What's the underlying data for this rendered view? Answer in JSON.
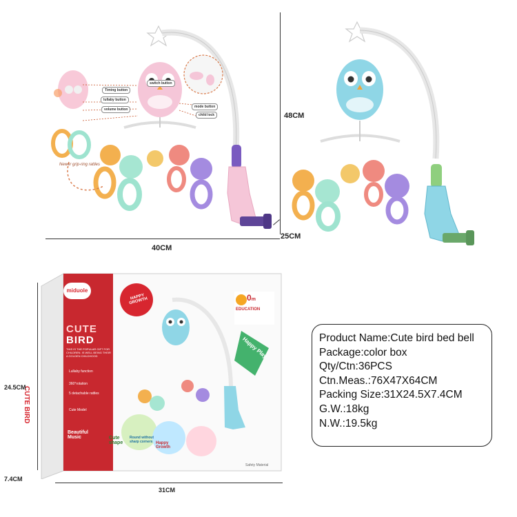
{
  "dimensions": {
    "height_top": "48CM",
    "depth_top": "25CM",
    "width_top": "40CM",
    "box_height": "24.5CM",
    "box_depth": "7.4CM",
    "box_width": "31CM"
  },
  "callouts": {
    "switch": "switch button",
    "timing": "Timing button",
    "lullaby": "lullaby button",
    "volume": "volume button",
    "mode": "mode button",
    "child_lock": "child lock",
    "rattle_note": "Newer grip-ring rattles"
  },
  "box": {
    "brand": "miduole",
    "title_line1": "CUTE",
    "title_line2": "BIRD",
    "tagline": "THIS IS THE POPULAR GIFT FOR CHILDREN. IS WELL BEING THEIR A GOLDEN CHILDHOOD",
    "features": [
      "Lullaby function",
      "360°rotation",
      "5 detachable rattles",
      "Cute Model"
    ],
    "badge_happy": "HAPPY GROWTH",
    "badge_education_num": "0",
    "badge_education_unit": "m",
    "badge_education": "EDUCATION",
    "banner": "Happy Play",
    "bubbles": [
      "Beautiful Music",
      "Cute shape",
      "Round without sharp corners",
      "Happy Growth"
    ],
    "side_text": "CUTE BIRD",
    "safety": "Safety Material"
  },
  "product_info": {
    "name": "Product Name:Cute bird bed bell",
    "package": "Package:color box",
    "qty": "Qty/Ctn:36PCS",
    "ctn_meas": "Ctn.Meas.:76X47X64CM",
    "packing_size": "Packing Size:31X24.5X7.4CM",
    "gw": "G.W.:18kg",
    "nw": "N.W.:19.5kg"
  },
  "colors": {
    "pink": "#f4c6d8",
    "blue": "#8fd6e6",
    "mint": "#9ee3cf",
    "orange": "#f3b04f",
    "coral": "#ef8a80",
    "purple": "#a48be0",
    "box_red": "#c8282f",
    "clamp_purple": "#6a4aa8",
    "clamp_green": "#7cc07a"
  }
}
